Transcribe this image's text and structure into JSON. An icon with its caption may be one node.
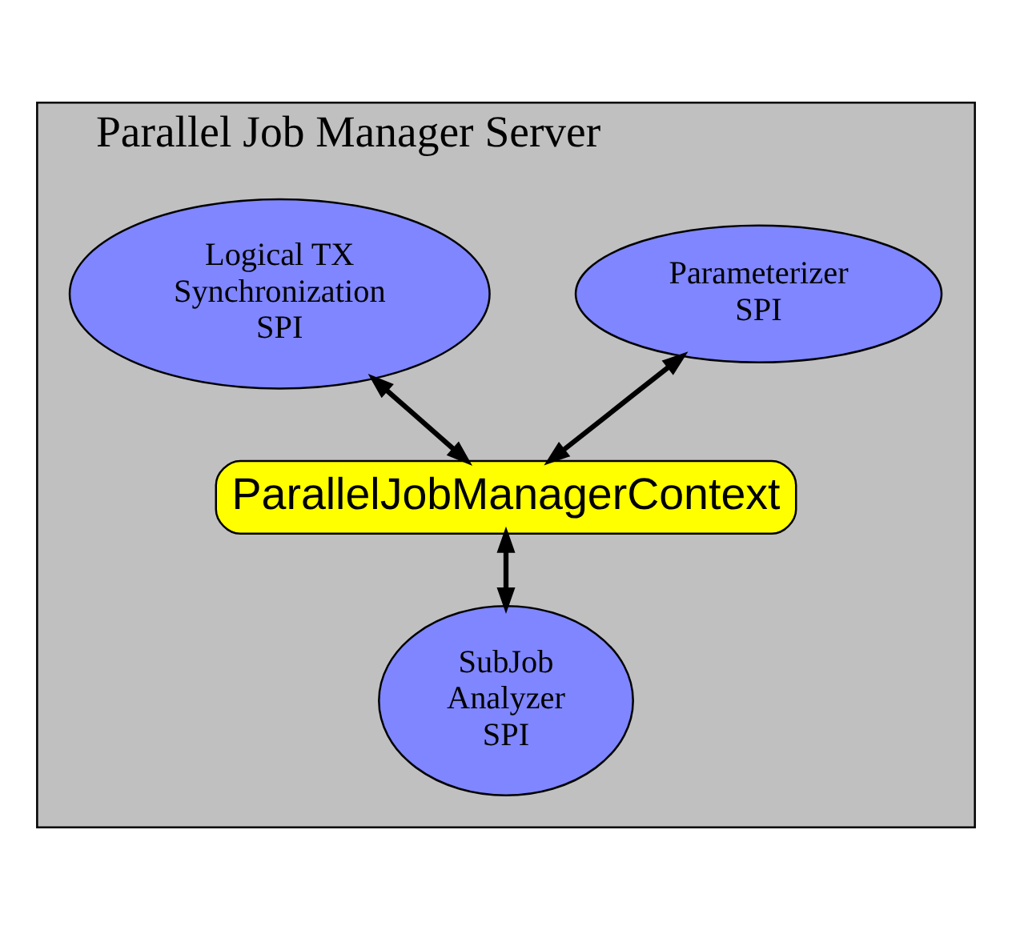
{
  "diagram": {
    "nodes": [
      {
        "text": [
          "Parallel Job Manager Server"
        ]
      },
      {
        "text": [
          "Parameterizer SPI"
        ],
        "in": 0
      },
      {
        "text": [
          "Logical TX Synchronization SPI"
        ],
        "in": 0
      },
      {
        "text": [
          "ParallelJobManagerContext"
        ],
        "in": 0
      },
      {
        "text": [
          "SubJob Analyzer SPI"
        ],
        "in": 0
      }
    ],
    "edges": [
      {
        "from": 1,
        "to": 3,
        "arrow": "both"
      },
      {
        "from": 2,
        "to": 3,
        "arrow": "both"
      },
      {
        "from": 3,
        "to": 4,
        "arrow": "both"
      }
    ]
  }
}
